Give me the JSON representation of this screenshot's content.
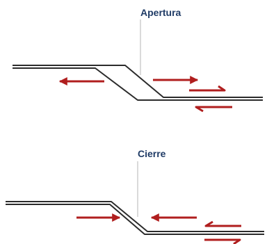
{
  "panels": [
    {
      "id": "opening",
      "label": "Apertura"
    },
    {
      "id": "closing",
      "label": "Cierre"
    }
  ],
  "colors": {
    "label_text": "#1f3b66",
    "line": "#2b2b2b",
    "leader": "#b5b5b5",
    "arrow": "#b01e1e"
  }
}
